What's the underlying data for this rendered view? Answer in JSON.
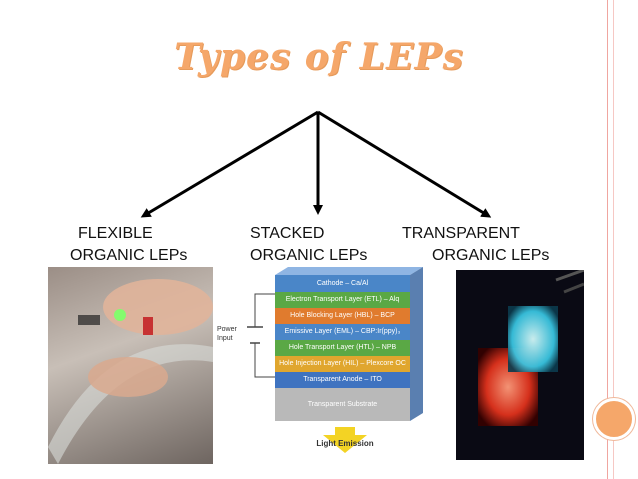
{
  "slide": {
    "title": "Types of LEPs",
    "categories": [
      {
        "line1": "FLEXIBLE",
        "line2": "ORGANIC LEPs"
      },
      {
        "line1": "STACKED",
        "line2": "ORGANIC LEPs"
      },
      {
        "line1": "TRANSPARENT",
        "line2": "ORGANIC LEPs"
      }
    ],
    "stack_diagram": {
      "power_label": "Power Input",
      "layers": [
        {
          "label": "Cathode – Ca/Al",
          "color": "#4a86c8"
        },
        {
          "label": "Electron Transport Layer (ETL) – Alq",
          "color": "#5aa845"
        },
        {
          "label": "Hole Blocking Layer (HBL) – BCP",
          "color": "#e07b2e"
        },
        {
          "label": "Emissive Layer (EML) – CBP:Ir(ppy)₃",
          "color": "#4a86c8"
        },
        {
          "label": "Hole Transport Layer (HTL) – NPB",
          "color": "#5aa845"
        },
        {
          "label": "Hole Injection Layer (HIL) – Plexcore OC",
          "color": "#e0a62e"
        },
        {
          "label": "Transparent Anode – ITO",
          "color": "#3f73c0"
        },
        {
          "label": "Transparent Substrate",
          "color": "#b9b9b9"
        }
      ],
      "emission_label": "Light Emission"
    },
    "colors": {
      "accent": "#f5a76a",
      "rail": "#f0a6a0"
    }
  }
}
